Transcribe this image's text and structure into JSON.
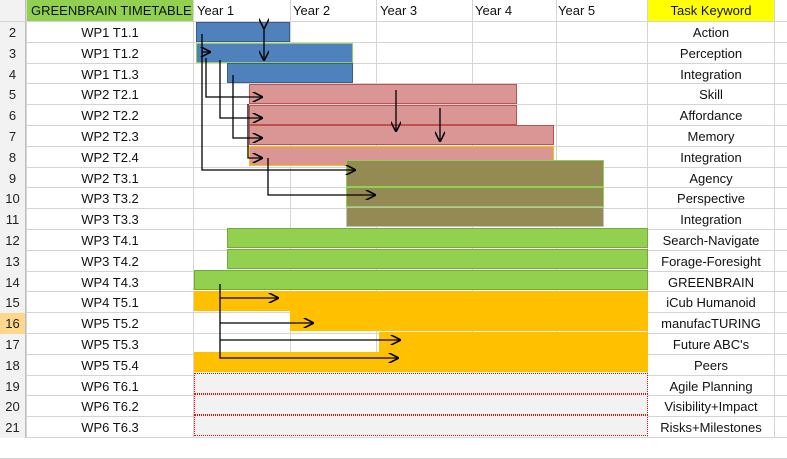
{
  "sheet": {
    "title": "GREENBRAIN TIMETABLE",
    "title_bg": "#92d050",
    "years": [
      "Year 1",
      "Year 2",
      "Year 3",
      "Year 4",
      "Year 5"
    ],
    "keyword_header": "Task Keyword",
    "keyword_header_bg": "#ffff00",
    "selected_row": "16"
  },
  "rows": [
    {
      "num": "2",
      "task": "WP1 T1.1",
      "keyword": "Action"
    },
    {
      "num": "3",
      "task": "WP1 T1.2",
      "keyword": "Perception"
    },
    {
      "num": "4",
      "task": "WP1 T1.3",
      "keyword": "Integration"
    },
    {
      "num": "5",
      "task": "WP2 T2.1",
      "keyword": "Skill"
    },
    {
      "num": "6",
      "task": "WP2 T2.2",
      "keyword": "Affordance"
    },
    {
      "num": "7",
      "task": "WP2 T2.3",
      "keyword": "Memory"
    },
    {
      "num": "8",
      "task": "WP2 T2.4",
      "keyword": "Integration"
    },
    {
      "num": "9",
      "task": "WP2 T3.1",
      "keyword": "Agency"
    },
    {
      "num": "10",
      "task": "WP3 T3.2",
      "keyword": "Perspective"
    },
    {
      "num": "11",
      "task": "WP3 T3.3",
      "keyword": "Integration"
    },
    {
      "num": "12",
      "task": "WP3 T4.1",
      "keyword": "Search-Navigate"
    },
    {
      "num": "13",
      "task": "WP3 T4.2",
      "keyword": "Forage-Foresight"
    },
    {
      "num": "14",
      "task": "WP4 T4.3",
      "keyword": "GREENBRAIN"
    },
    {
      "num": "15",
      "task": "WP4 T5.1",
      "keyword": "iCub Humanoid"
    },
    {
      "num": "16",
      "task": "WP5 T5.2",
      "keyword": "manufacTURING"
    },
    {
      "num": "17",
      "task": "WP5 T5.3",
      "keyword": "Future ABC's"
    },
    {
      "num": "18",
      "task": "WP5 T5.4",
      "keyword": "Peers"
    },
    {
      "num": "19",
      "task": "WP6 T6.1",
      "keyword": "Agile Planning"
    },
    {
      "num": "20",
      "task": "WP6 T6.2",
      "keyword": "Visibility+Impact"
    },
    {
      "num": "21",
      "task": "WP6 T6.3",
      "keyword": "Risks+Milestones"
    }
  ],
  "colors": {
    "wp1": "#4f81bd",
    "wp2": "#da9694",
    "wp3": "#948a54",
    "wp4": "#92d050",
    "wp5": "#ffc000",
    "wp6_border": "#ff0000",
    "wp6_fill": "#f2f2f2"
  }
}
